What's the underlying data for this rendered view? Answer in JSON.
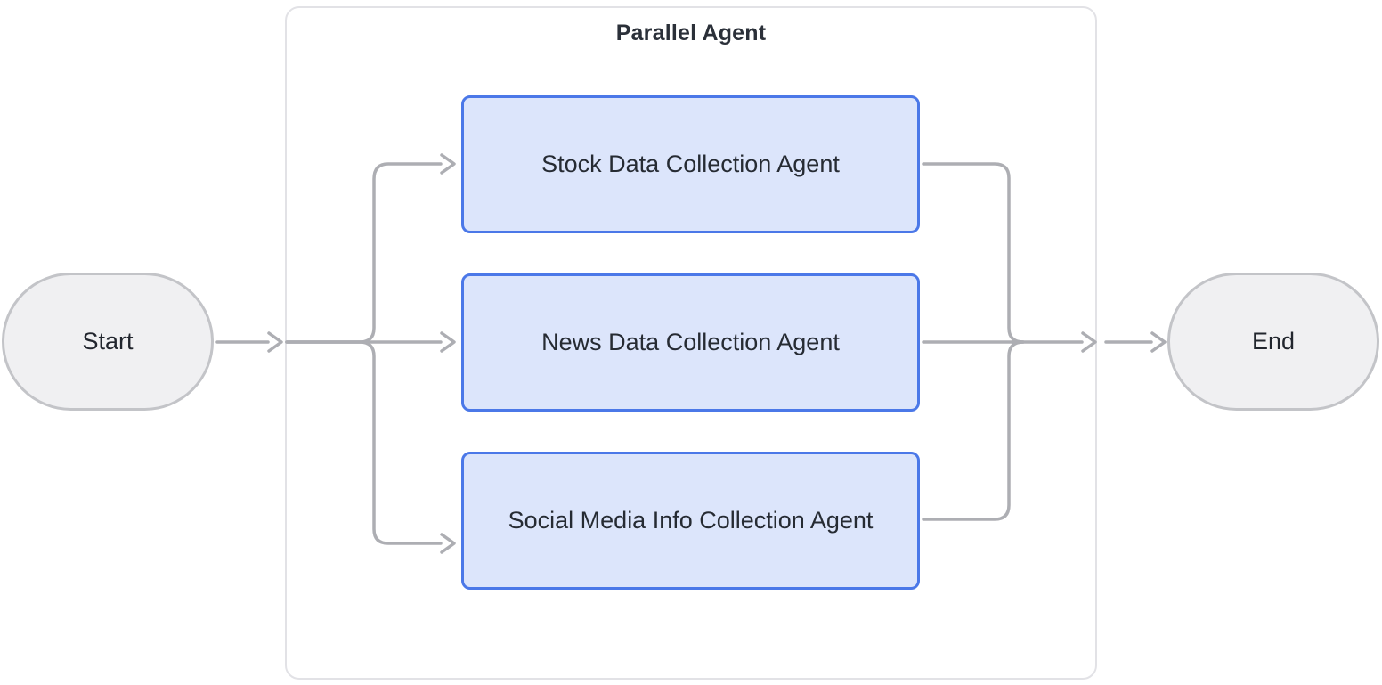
{
  "diagram": {
    "title": "Parallel Agent",
    "nodes": {
      "start": {
        "label": "Start",
        "type": "terminal"
      },
      "end": {
        "label": "End",
        "type": "terminal"
      }
    },
    "agents": [
      {
        "label": "Stock Data Collection Agent"
      },
      {
        "label": "News Data Collection Agent"
      },
      {
        "label": "Social Media Info Collection Agent"
      }
    ],
    "edges": [
      {
        "from": "start",
        "to": "parallel-agent"
      },
      {
        "from": "parallel-agent-input",
        "to": "stock-data-collection-agent"
      },
      {
        "from": "parallel-agent-input",
        "to": "news-data-collection-agent"
      },
      {
        "from": "parallel-agent-input",
        "to": "social-media-info-collection-agent"
      },
      {
        "from": "stock-data-collection-agent",
        "to": "parallel-agent-output"
      },
      {
        "from": "news-data-collection-agent",
        "to": "parallel-agent-output"
      },
      {
        "from": "social-media-info-collection-agent",
        "to": "parallel-agent-output"
      },
      {
        "from": "parallel-agent",
        "to": "end"
      }
    ],
    "colors": {
      "agent_fill": "#dce5fb",
      "agent_border": "#4b78e8",
      "terminal_fill": "#f0f0f2",
      "terminal_border": "#c3c4c8",
      "edge": "#adaeb3",
      "group_border": "#e2e2e6",
      "title_text": "#2b3039",
      "node_text": "#262b33",
      "background": "#ffffff"
    }
  }
}
